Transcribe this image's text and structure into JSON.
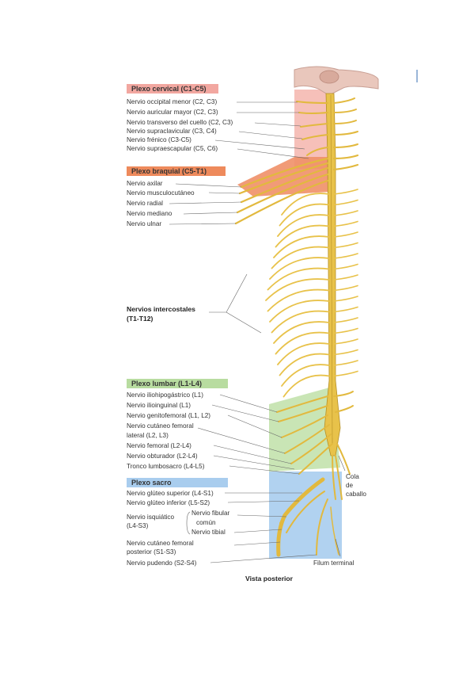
{
  "groups": {
    "cervical": {
      "title": "Plexo cervical (C1-C5)",
      "color": "#f2a7a0",
      "nerves": [
        "Nervio occipital menor (C2, C3)",
        "Nervio auricular mayor (C2, C3)",
        "Nervio transverso del cuello (C2, C3)",
        "Nervio supraclavicular (C3, C4)",
        "Nervio frénico (C3-C5)",
        "Nervio supraescapular (C5, C6)"
      ]
    },
    "brachial": {
      "title": "Plexo braquial (C5-T1)",
      "color": "#ee8a5c",
      "nerves": [
        "Nervio axilar",
        "Nervio musculocutáneo",
        "Nervio radial",
        "Nervio mediano",
        "Nervio ulnar"
      ]
    },
    "intercostal": {
      "line1": "Nervios intercostales",
      "line2": "(T1-T12)"
    },
    "lumbar": {
      "title": "Plexo lumbar (L1-L4)",
      "color": "#b8dca0",
      "nerves": [
        "Nervio iliohipogástrico (L1)",
        "Nervio ilioinguinal (L1)",
        "Nervio genitofemoral (L1, L2)",
        "Nervio cutáneo femoral",
        "lateral (L2, L3)",
        "Nervio femoral (L2-L4)",
        "Nervio obturador (L2-L4)",
        "Tronco lumbosacro (L4-L5)"
      ]
    },
    "sacral": {
      "title": "Plexo sacro",
      "color": "#a9cdee",
      "nerves": [
        "Nervio glúteo superior (L4-S1)",
        "Nervio glúteo inferior (L5-S2)"
      ],
      "sciatic": [
        "Nervio isquiático",
        "(L4-S3)"
      ],
      "sciatic_branches": [
        "Nervio fibular",
        "común",
        "Nervio tibial"
      ],
      "after": [
        "Nervio cutáneo femoral",
        "posterior (S1-S3)",
        "Nervio pudendo (S2-S4)"
      ]
    }
  },
  "cauda": [
    "Cola",
    "de",
    "caballo"
  ],
  "filum": "Filum terminal",
  "caption": "Vista posterior",
  "colors": {
    "nerve": "#e8c24a",
    "nerve_dark": "#c9a030",
    "label_line": "#555555"
  }
}
